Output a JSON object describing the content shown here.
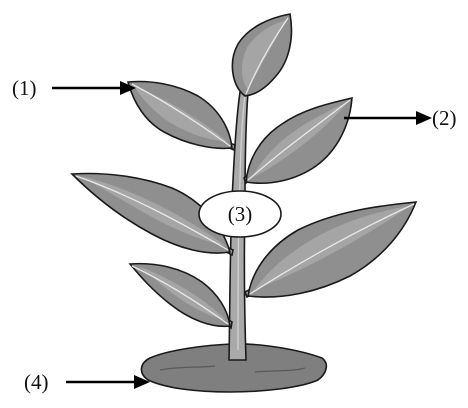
{
  "labels": {
    "l1": "(1)",
    "l2": "(2)",
    "l3": "(3)",
    "l4": "(4)"
  },
  "colors": {
    "leaf": "#8f8f8f",
    "stem": "#a9a9a9",
    "soil": "#7f7f7f",
    "outline": "#1a1a1a",
    "label_oval": "#ffffff"
  }
}
